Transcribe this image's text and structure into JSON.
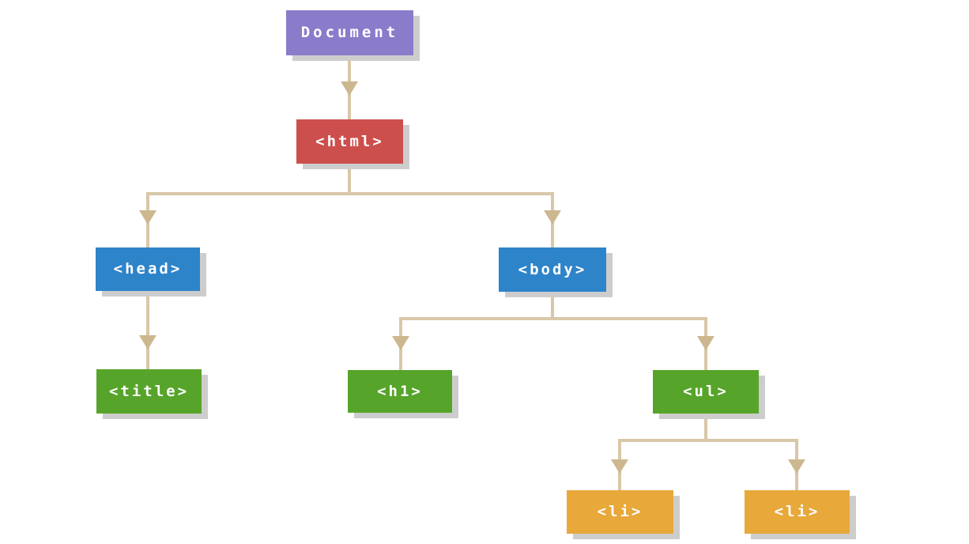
{
  "diagram": {
    "type": "tree",
    "description": "DOM tree of an HTML document",
    "background_color": "#ffffff",
    "connector_color": "#d9c7a7",
    "arrowhead_color": "#ccb78f",
    "shadow_color": "#cdcdcd",
    "text_color": "#ffffff",
    "nodes": {
      "document": {
        "label": "Document",
        "color": "#8a7cca",
        "level": 1
      },
      "html": {
        "label": "<html>",
        "color": "#cc4f4d",
        "level": 2,
        "parent": "document"
      },
      "head": {
        "label": "<head>",
        "color": "#2e84c9",
        "level": 3,
        "parent": "html"
      },
      "body": {
        "label": "<body>",
        "color": "#2e84c9",
        "level": 3,
        "parent": "html"
      },
      "title": {
        "label": "<title>",
        "color": "#57a42a",
        "level": 4,
        "parent": "head"
      },
      "h1": {
        "label": "<h1>",
        "color": "#57a42a",
        "level": 4,
        "parent": "body"
      },
      "ul": {
        "label": "<ul>",
        "color": "#57a42a",
        "level": 4,
        "parent": "body"
      },
      "li1": {
        "label": "<li>",
        "color": "#e8a83a",
        "level": 5,
        "parent": "ul"
      },
      "li2": {
        "label": "<li>",
        "color": "#e8a83a",
        "level": 5,
        "parent": "ul"
      }
    },
    "edges": [
      {
        "from": "document",
        "to": "html"
      },
      {
        "from": "html",
        "to": "head"
      },
      {
        "from": "html",
        "to": "body"
      },
      {
        "from": "head",
        "to": "title"
      },
      {
        "from": "body",
        "to": "h1"
      },
      {
        "from": "body",
        "to": "ul"
      },
      {
        "from": "ul",
        "to": "li1"
      },
      {
        "from": "ul",
        "to": "li2"
      }
    ]
  }
}
